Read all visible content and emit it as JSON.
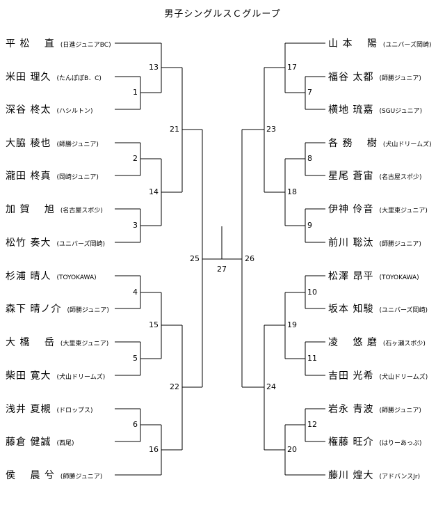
{
  "title": "男子シングルスＣグループ",
  "players_left": [
    {
      "name": "平 松　 直",
      "team": "(日進ジュニアBC)"
    },
    {
      "name": "米田 理久",
      "team": "(たんぽぽB．C)"
    },
    {
      "name": "深谷 柊太",
      "team": "(ハシルトン)"
    },
    {
      "name": "大脇 稜也",
      "team": "(師勝ジュニア)"
    },
    {
      "name": "瀧田 柊真",
      "team": "(岡崎ジュニア)"
    },
    {
      "name": "加 賀　 旭",
      "team": "(名古屋スポ少)"
    },
    {
      "name": "松竹 奏大",
      "team": "(ユニバーズ岡崎)"
    },
    {
      "name": "杉浦 晴人",
      "team": "(TOYOKAWA)"
    },
    {
      "name": "森下 晴ノ介",
      "team": "(師勝ジュニア)"
    },
    {
      "name": "大 橋　 岳",
      "team": "(大里東ジュニア)"
    },
    {
      "name": "柴田 寛大",
      "team": "(犬山ドリームズ)"
    },
    {
      "name": "浅井 夏槻",
      "team": "(ドロップス)"
    },
    {
      "name": "藤倉 健誠",
      "team": "(西尾)"
    },
    {
      "name": "侯　 晨 兮",
      "team": "(師勝ジュニア)"
    }
  ],
  "players_right": [
    {
      "name": "山 本　 陽",
      "team": "(ユニバーズ岡崎)"
    },
    {
      "name": "福谷 太都",
      "team": "(師勝ジュニア)"
    },
    {
      "name": "横地 琉嘉",
      "team": "(SGUジュニア)"
    },
    {
      "name": "各 務　 樹",
      "team": "(犬山ドリームズ)"
    },
    {
      "name": "星尾 蒼宙",
      "team": "(名古屋スポ少)"
    },
    {
      "name": "伊神 伶音",
      "team": "(大里東ジュニア)"
    },
    {
      "name": "前川 聡汰",
      "team": "(師勝ジュニア)"
    },
    {
      "name": "松澤 昂平",
      "team": "(TOYOKAWA)"
    },
    {
      "name": "坂本 知駿",
      "team": "(ユニバーズ岡崎)"
    },
    {
      "name": "凌　 悠 磨",
      "team": "(石ヶ瀬スポ少)"
    },
    {
      "name": "吉田 光希",
      "team": "(犬山ドリームズ)"
    },
    {
      "name": "岩永 青波",
      "team": "(師勝ジュニア)"
    },
    {
      "name": "権藤 旺介",
      "team": "(はりーあっぷ)"
    },
    {
      "name": "藤川 煌大",
      "team": "(アドバンスJr)"
    }
  ],
  "match_numbers": {
    "m1": "1",
    "m2": "2",
    "m3": "3",
    "m4": "4",
    "m5": "5",
    "m6": "6",
    "m7": "7",
    "m8": "8",
    "m9": "9",
    "m10": "10",
    "m11": "11",
    "m12": "12",
    "m13": "13",
    "m14": "14",
    "m15": "15",
    "m16": "16",
    "m17": "17",
    "m18": "18",
    "m19": "19",
    "m20": "20",
    "m21": "21",
    "m22": "22",
    "m23": "23",
    "m24": "24",
    "m25": "25",
    "m26": "26",
    "m27": "27"
  }
}
